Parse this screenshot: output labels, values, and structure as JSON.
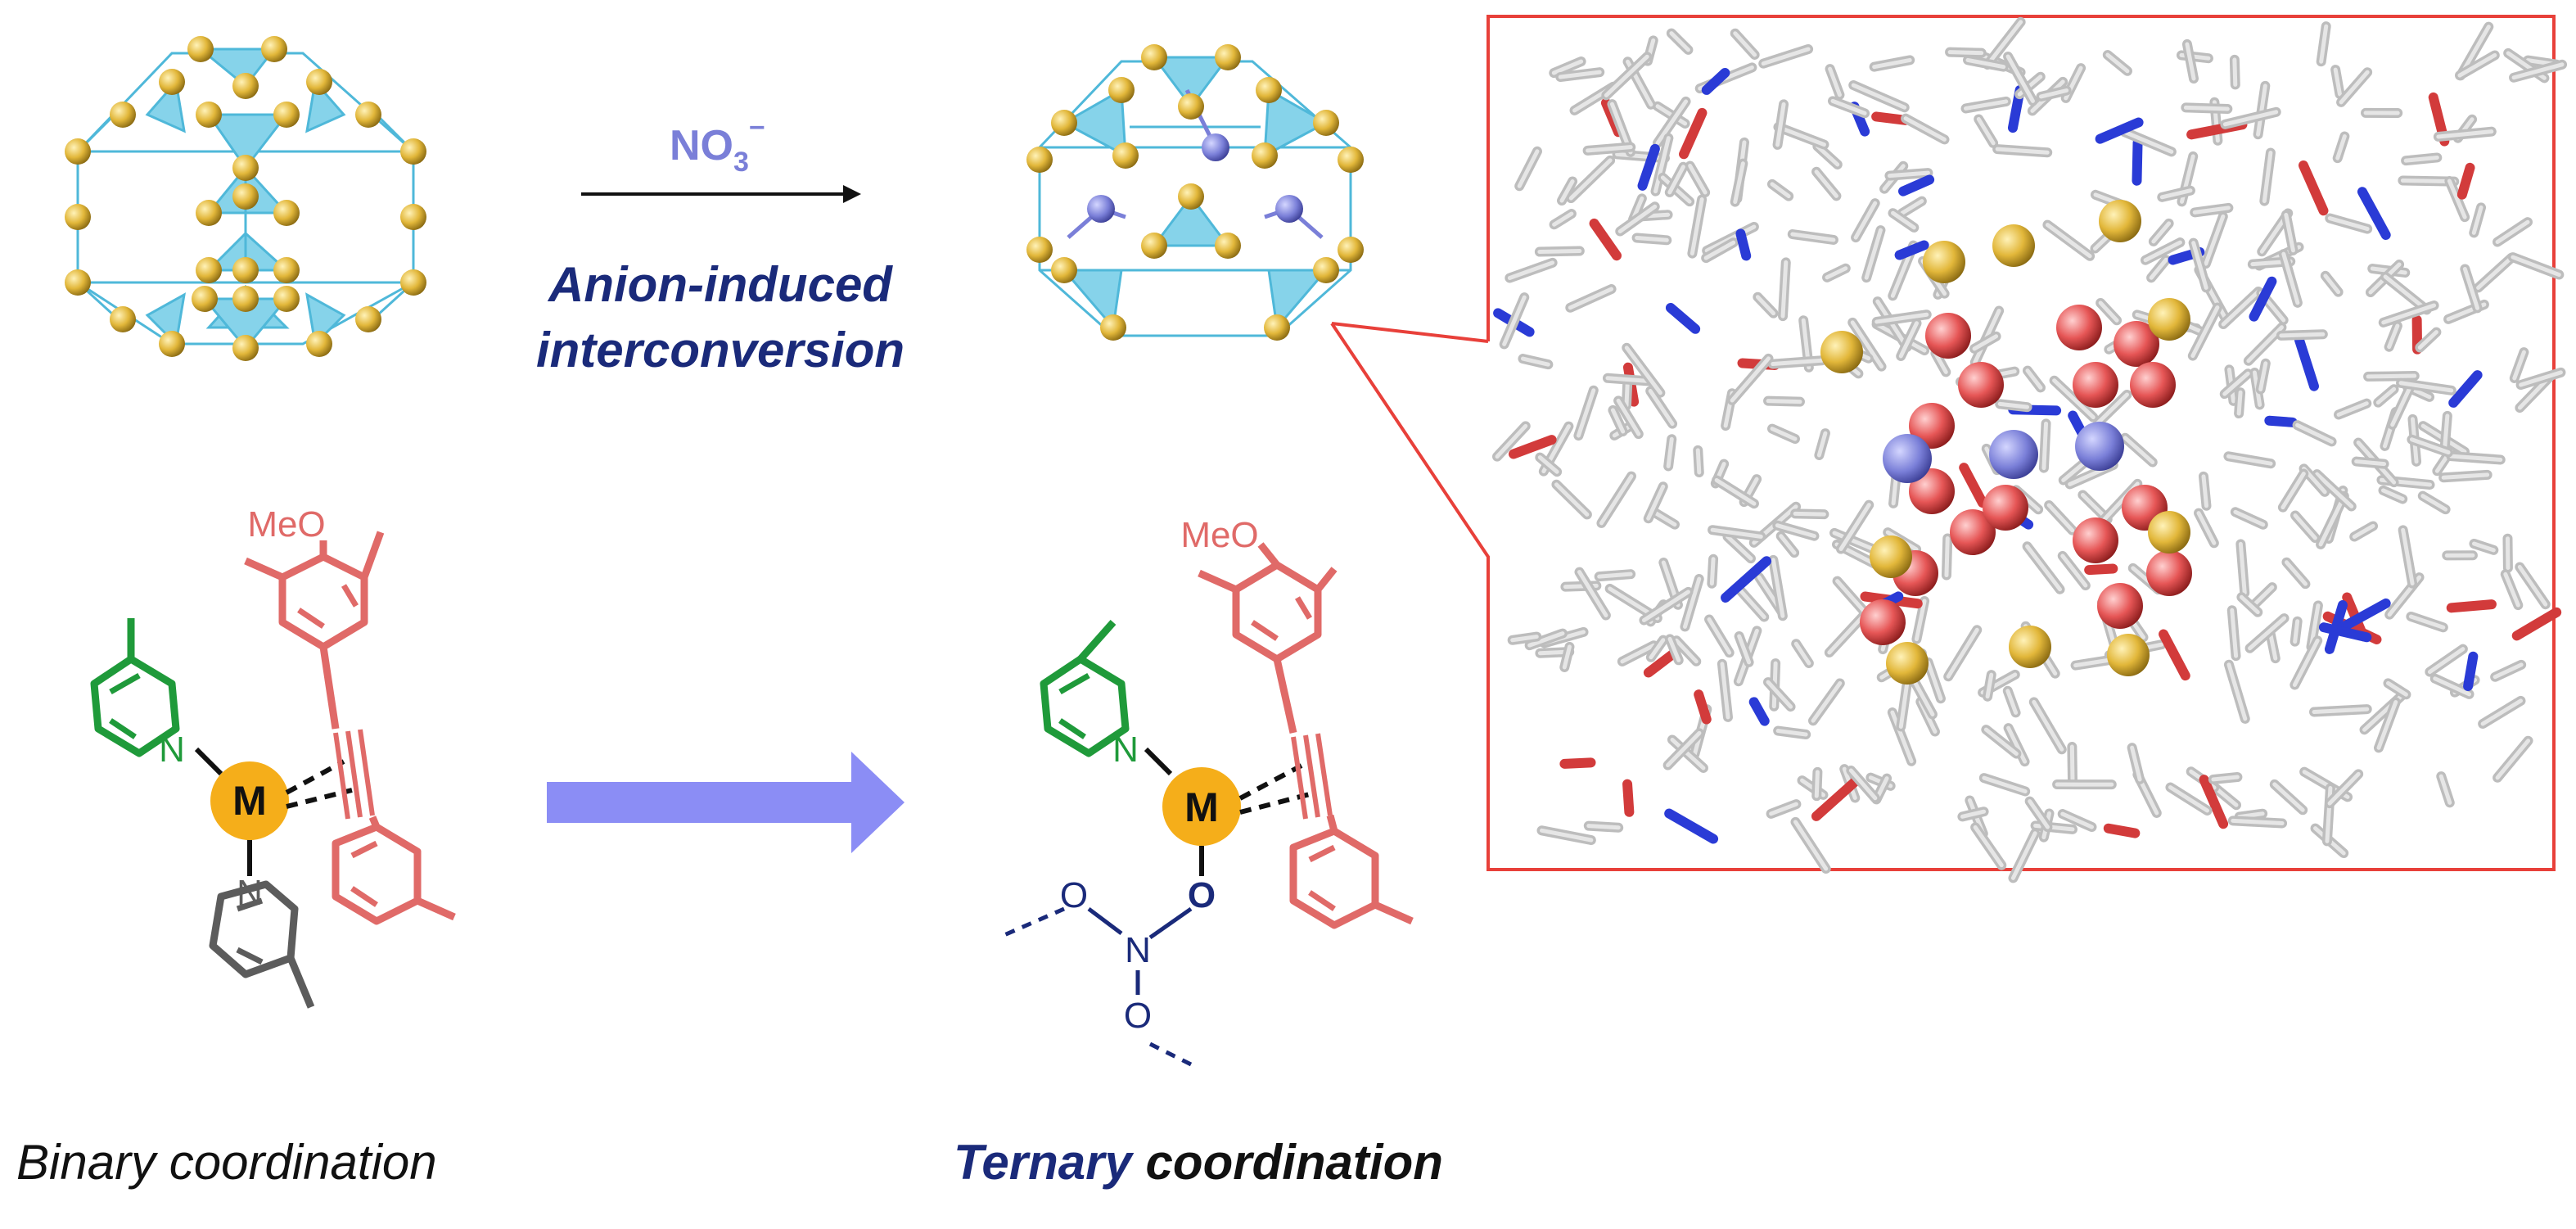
{
  "top": {
    "reagent_main": "NO",
    "reagent_sub": "3",
    "reagent_sup": "−",
    "process_line1": "Anion-induced",
    "process_line2": "interconversion"
  },
  "left_complex": {
    "metal": "M",
    "methoxy": "MeO",
    "pyridine_n_top": "N",
    "pyridine_n_bottom": "N"
  },
  "right_complex": {
    "metal": "M",
    "methoxy": "MeO",
    "pyridine_n": "N",
    "nitrate_n": "N",
    "nitrate_o1": "O",
    "nitrate_o2": "O",
    "nitrate_o3": "O"
  },
  "captions": {
    "binary": "Binary coordination",
    "ternary_word": "Ternary",
    "ternary_rest": " coordination"
  },
  "colors": {
    "gold_atom": "#e2b73a",
    "cyan_face": "#86d3ea",
    "cyan_edge": "#4fb8d9",
    "nitrate_blue": "#7a7fd8",
    "navy": "#1a2a7a",
    "salmon": "#e06a68",
    "green": "#1f9a3a",
    "gray": "#5c5c5c",
    "metal_orange": "#f5ae1a",
    "red_frame": "#e8403a",
    "arrow_periwinkle": "#8b8df5"
  }
}
